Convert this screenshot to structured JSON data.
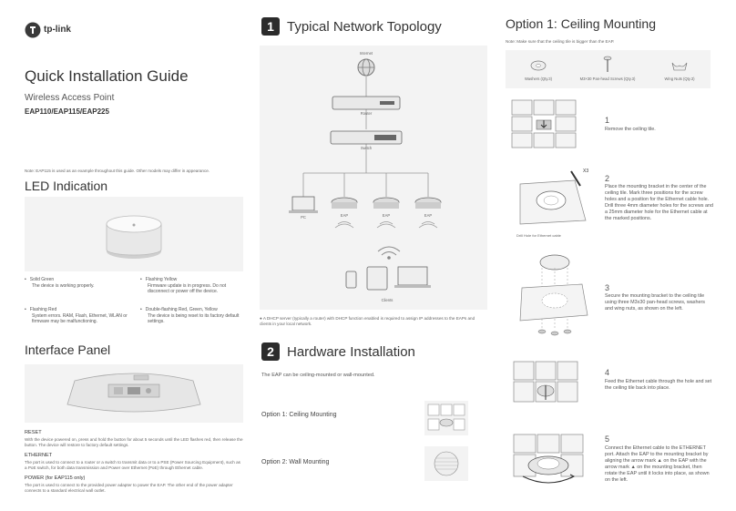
{
  "brand": {
    "logo_text": "tp-link"
  },
  "guide": {
    "title": "Quick Installation Guide",
    "subtitle": "Wireless Access Point",
    "models": "EAP110/EAP115/EAP225",
    "note": "Note: EAP115 is used as an example throughout this guide. Other models may differ in appearance."
  },
  "led": {
    "title": "LED  Indication",
    "items": [
      {
        "label": "Solid Green",
        "desc": "The device is working properly."
      },
      {
        "label": "Flashing Yellow",
        "desc": "Firmware update is in progress. Do not disconnect or power off the device."
      },
      {
        "label": "Flashing Red",
        "desc": "System errors. RAM, Flash, Ethernet, WLAN or firmware may be malfunctioning."
      },
      {
        "label": "Double-flashing Red, Green, Yellow",
        "desc": "The device is being reset to its factory default settings."
      }
    ]
  },
  "interface": {
    "title": "Interface Panel",
    "reset_title": "RESET",
    "reset_desc": "With the device powered on, press and hold the button for about 5 seconds until the LED flashes red, then release the button. The device will restore to factory default settings.",
    "ethernet_title": "ETHERNET",
    "ethernet_desc": "The port is used to connect to a router or a switch to transmit data or to a PSE (Power Sourcing Equipment), such as a PoE switch, for both data transmission and Power over Ethernet (PoE) through Ethernet cable.",
    "power_title": "POWER (for EAP115 only)",
    "power_desc": "The port is used to connect to the provided power adapter to power the EAP. The other end of the power adapter connects to a standard electrical wall outlet."
  },
  "topology": {
    "num": "1",
    "title": "Typical Network Topology",
    "labels": {
      "internet": "Internet",
      "router": "Router",
      "switch": "Switch",
      "pc": "PC",
      "eap": "EAP",
      "clients": "Clients"
    },
    "note": "A DHCP server (typically a router) with DHCP function enabled is required to assign IP addresses to the EAPs and clients in your local network."
  },
  "hardware": {
    "num": "2",
    "title": "Hardware Installation",
    "intro": "The EAP can be ceiling-mounted or wall-mounted.",
    "option1": "Option 1: Ceiling Mounting",
    "option2": "Option 2:  Wall Mounting"
  },
  "ceiling": {
    "title": "Option 1: Ceiling Mounting",
    "note": "Note: Make sure that the ceiling tile is bigger than the EAP.",
    "parts": [
      "Washers (Qty.3)",
      "M3×30 Pan-head Screws (Qty.3)",
      "Wing Nuts (Qty.3)"
    ],
    "drill_label": "Drill Hole for Ethernet cable",
    "x3": "X3",
    "steps": [
      {
        "num": "1",
        "text": "Remove the ceiling tile."
      },
      {
        "num": "2",
        "text": "Place the mounting bracket in the center of the ceiling tile. Mark three positions for the screw holes and a position for the Ethernet cable hole. Drill three 4mm diameter holes for the screws and a 25mm diameter hole for the Ethernet cable at the marked positions."
      },
      {
        "num": "3",
        "text": "Secure the mounting bracket to the ceiling tile using three M3x30 pan-head screws, washers and wing nuts, as shown on the left."
      },
      {
        "num": "4",
        "text": "Feed the Ethernet cable through the hole and set the ceiling tile back into place."
      },
      {
        "num": "5",
        "text": "Connect the Ethernet cable to the ETHERNET port. Attach the EAP to the mounting bracket by aligning the arrow mark ▲ on the EAP with the arrow mark ▲ on the mounting bracket, then rotate the EAP until it locks into place, as shown on the left."
      }
    ]
  }
}
